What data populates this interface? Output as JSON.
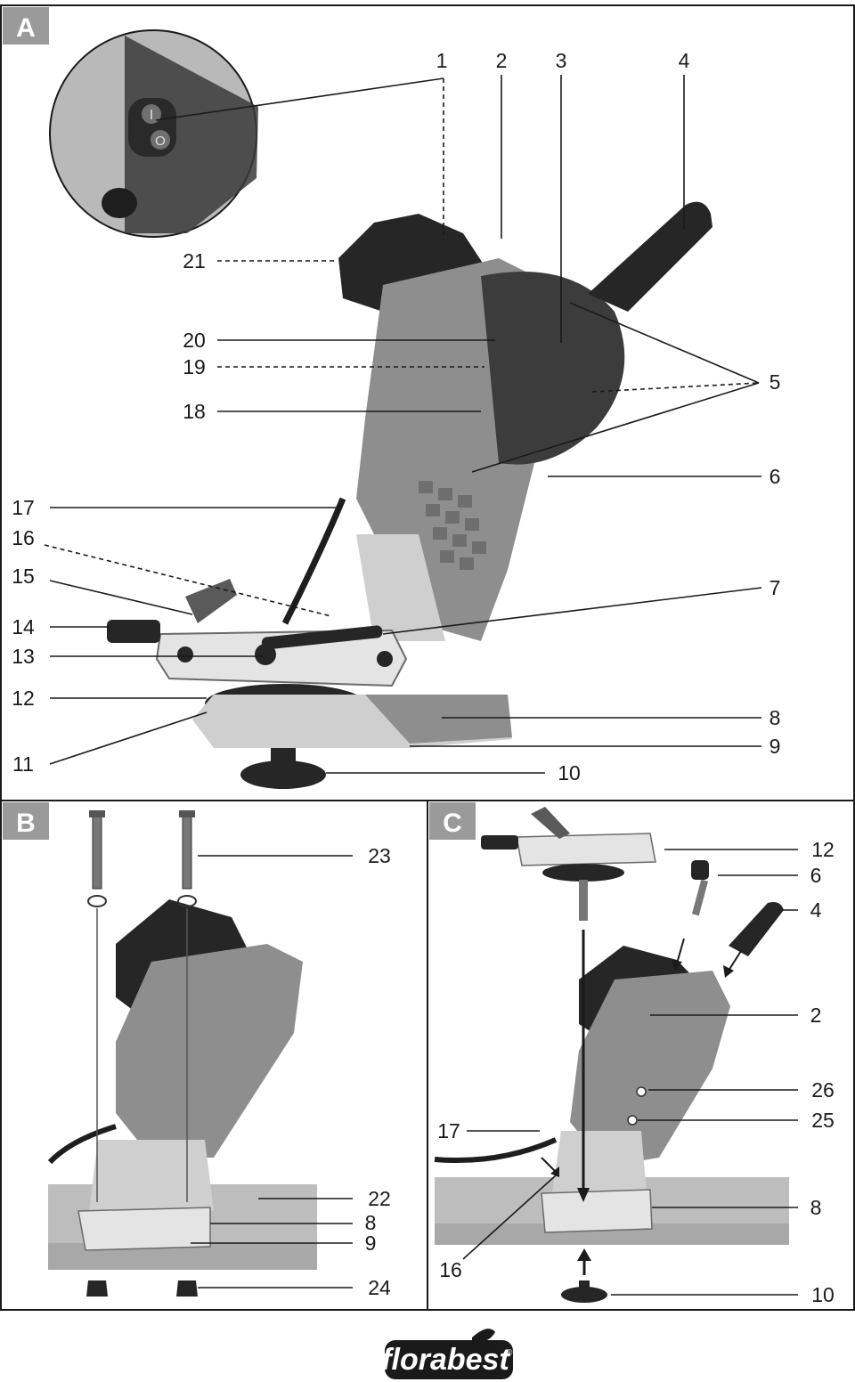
{
  "panels": {
    "a": {
      "tag": "A"
    },
    "b": {
      "tag": "B"
    },
    "c": {
      "tag": "C"
    }
  },
  "callouts_a": [
    "1",
    "2",
    "3",
    "4",
    "5",
    "6",
    "7",
    "8",
    "9",
    "10",
    "11",
    "12",
    "13",
    "14",
    "15",
    "16",
    "17",
    "18",
    "19",
    "20",
    "21"
  ],
  "callouts_b": [
    "23",
    "22",
    "8",
    "9",
    "24"
  ],
  "callouts_c": [
    "12",
    "6",
    "4",
    "2",
    "26",
    "25",
    "17",
    "8",
    "16",
    "10"
  ],
  "switch": {
    "on": "I",
    "off": "O"
  },
  "brand": {
    "name": "florabest",
    "registered": "®"
  },
  "colors": {
    "line": "#1a1a1a",
    "tag_bg": "#9a9a9a",
    "machine": "#8e8e8e",
    "dark": "#262626"
  },
  "icons": [
    "drill-arrow-icon",
    "magnifier-circle-icon",
    "leaf-icon"
  ]
}
